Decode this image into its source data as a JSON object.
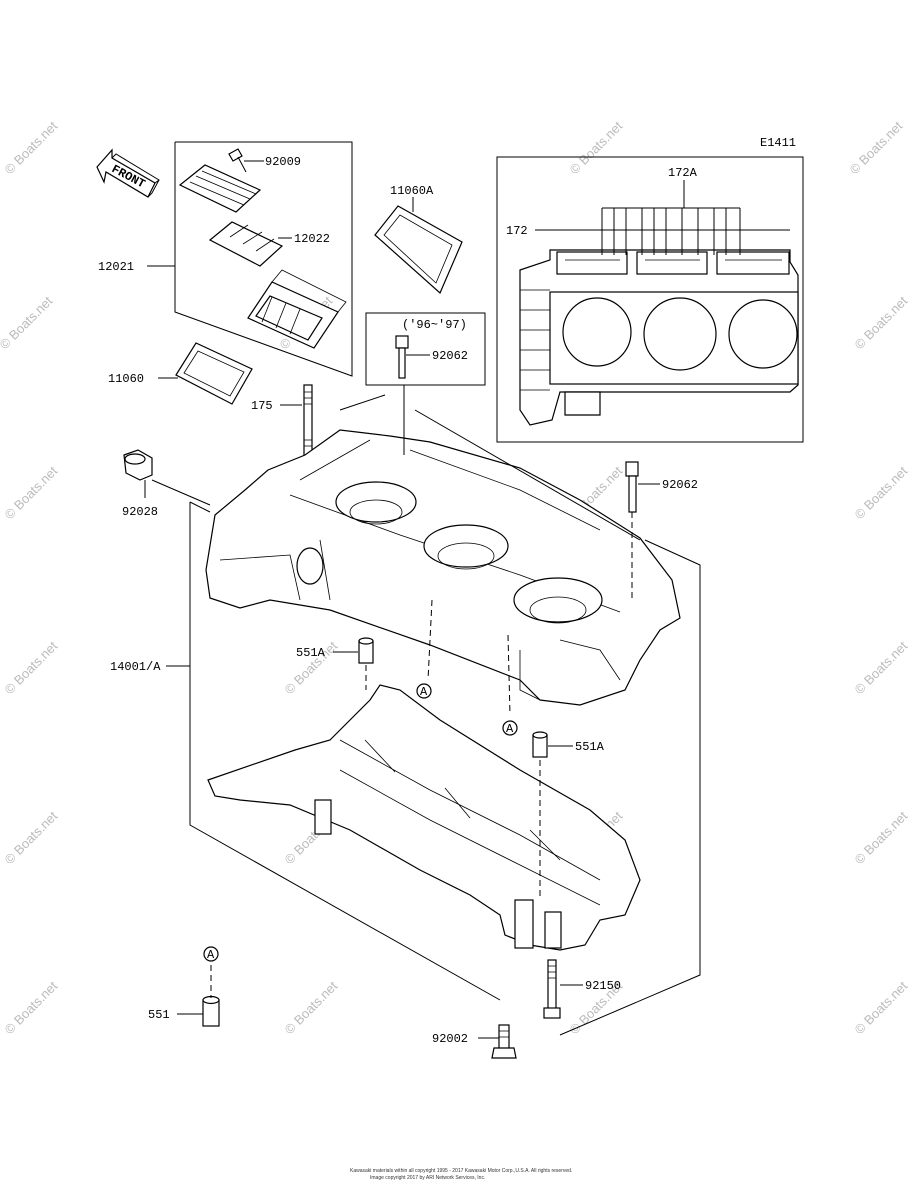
{
  "diagram_code": "E1411",
  "front_label": "FRONT",
  "year_note": "('96~'97)",
  "watermark": "© Boats.net",
  "copyright": {
    "line1": "Kawasaki materials within all copyright 1995 - 2017 Kawasaki Motor Corp.,U.S.A. All rights reserved.",
    "line2": "Image copyright 2017 by ARI Network Services, Inc."
  },
  "callouts": {
    "p92009": "92009",
    "p12022": "12022",
    "p12021": "12021",
    "p11060A": "11060A",
    "p11060": "11060",
    "p92062a": "92062",
    "p175": "175",
    "p172A": "172A",
    "p172": "172",
    "p92062b": "92062",
    "p92028": "92028",
    "p14001A": "14001/A",
    "p551Aa": "551A",
    "p551Ab": "551A",
    "p92150": "92150",
    "p551": "551",
    "p92002": "92002",
    "refA1": "A",
    "refA2": "A",
    "refA3": "A"
  }
}
